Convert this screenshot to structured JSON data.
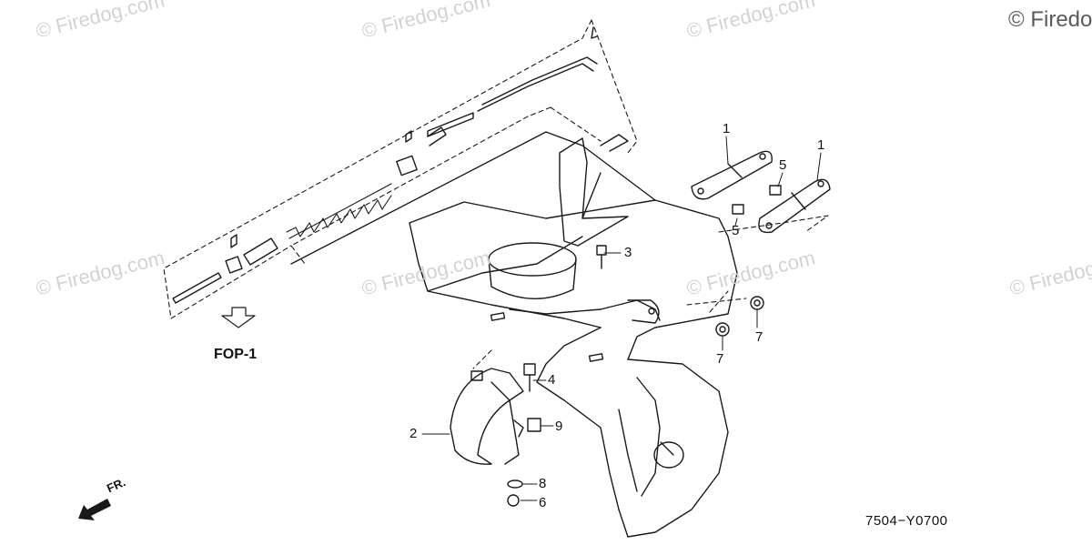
{
  "watermarks": {
    "brand": "© Firedog.com",
    "corner": "© Firedo"
  },
  "labels": {
    "fop": "FOP-1",
    "front": "FR.",
    "diagram_code": "7504−Y0700"
  },
  "callouts": [
    {
      "id": "1a",
      "text": "1"
    },
    {
      "id": "1b",
      "text": "1"
    },
    {
      "id": "2",
      "text": "2"
    },
    {
      "id": "3",
      "text": "3"
    },
    {
      "id": "4",
      "text": "4"
    },
    {
      "id": "5a",
      "text": "5"
    },
    {
      "id": "5b",
      "text": "5"
    },
    {
      "id": "6",
      "text": "6"
    },
    {
      "id": "7a",
      "text": "7"
    },
    {
      "id": "7b",
      "text": "7"
    },
    {
      "id": "8",
      "text": "8"
    },
    {
      "id": "9",
      "text": "9"
    }
  ],
  "colors": {
    "line": "#1a1a1a",
    "watermark": "#d2d2d2",
    "background": "#ffffff"
  }
}
